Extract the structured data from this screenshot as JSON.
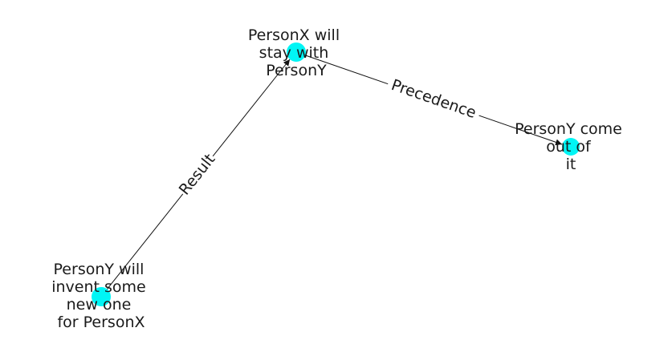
{
  "colors": {
    "node": "#00f5f5",
    "edge": "#111111",
    "text": "#1a1a1a",
    "background": "#ffffff"
  },
  "nodes": [
    {
      "id": "n1",
      "label_lines": [
        "PersonX will",
        "stay with",
        "PersonY"
      ]
    },
    {
      "id": "n2",
      "label_lines": [
        "PersonY come",
        "out of",
        "it"
      ]
    },
    {
      "id": "n3",
      "label_lines": [
        "PersonY will",
        "invent some",
        "new one",
        "for PersonX"
      ]
    }
  ],
  "edges": [
    {
      "from": "n3",
      "to": "n1",
      "label": "Result"
    },
    {
      "from": "n1",
      "to": "n2",
      "label": "Precedence"
    }
  ]
}
